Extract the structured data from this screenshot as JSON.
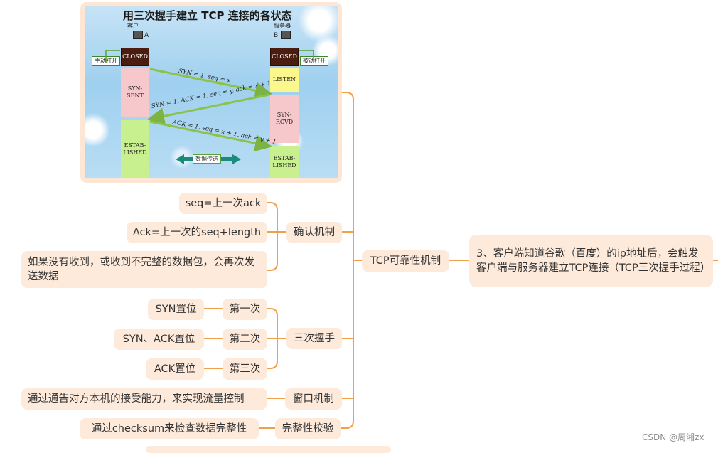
{
  "image": {
    "title": "用三次握手建立 TCP 连接的各状态",
    "client_label": "客户",
    "client_letter": "A",
    "server_label": "服务器",
    "server_letter": "B",
    "active_open": "主动打开",
    "passive_open": "被动打开",
    "client_states": [
      "CLOSED",
      "SYN-\nSENT",
      "ESTAB-\nLISHED"
    ],
    "server_states": [
      "CLOSED",
      "LISTEN",
      "SYN-\nRCVD",
      "ESTAB-\nLISHED"
    ],
    "messages": [
      "SYN = 1, seq = x",
      "SYN = 1, ACK = 1, seq = y, ack = x + 1",
      "ACK = 1, seq = x + 1, ack = y + 1"
    ],
    "data_transfer": "数据传送"
  },
  "root": "3、客户端知道谷歌（百度）的ip地址后，会触发客户端与服务器建立TCP连接（TCP三次握手过程）",
  "main_topic": "TCP可靠性机制",
  "branches": {
    "confirm": {
      "label": "确认机制",
      "leaves": [
        "seq=上一次ack",
        "Ack=上一次的seq+length",
        "如果没有收到，或收到不完整的数据包，会再次发送数据"
      ]
    },
    "handshake": {
      "label": "三次握手",
      "steps": [
        {
          "label": "第一次",
          "detail": "SYN置位"
        },
        {
          "label": "第二次",
          "detail": "SYN、ACK置位"
        },
        {
          "label": "第三次",
          "detail": "ACK置位"
        }
      ]
    },
    "window": {
      "label": "窗口机制",
      "leaf": "通过通告对方本机的接受能力，来实现流量控制"
    },
    "integrity": {
      "label": "完整性校验",
      "leaf": "通过checksum来检查数据完整性"
    }
  },
  "colors": {
    "connector": "#f0a04b",
    "node_bg": "#fdeadb",
    "arrow_green": "#8bc34a",
    "data_arrow": "#1c8a7a"
  },
  "watermark": "CSDN @周湘zx"
}
